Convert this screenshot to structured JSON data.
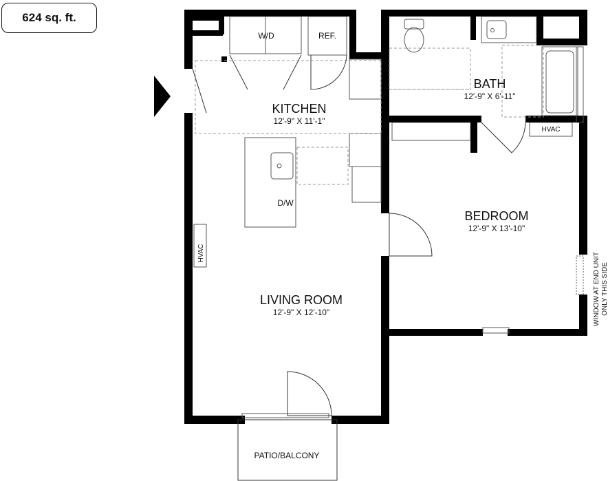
{
  "area_badge": "624 sq. ft.",
  "rooms": {
    "kitchen": {
      "name": "KITCHEN",
      "dims": "12'-9\" X 11'-1\""
    },
    "bath": {
      "name": "BATH",
      "dims": "12'-9\" X 6'-11\""
    },
    "bedroom": {
      "name": "BEDROOM",
      "dims": "12'-9\" X 13'-10\""
    },
    "living": {
      "name": "LIVING ROOM",
      "dims": "12'-9\" X 12'-10\""
    },
    "patio": {
      "name": "PATIO/BALCONY"
    }
  },
  "fixtures": {
    "washer_dryer": "W/D",
    "refrigerator": "REF.",
    "dishwasher": "D/W",
    "hvac_living": "HVAC",
    "hvac_bedroom": "HVAC"
  },
  "notes": {
    "window_line1": "WINDOW AT END UNIT",
    "window_line2": "ONLY THIS SIDE"
  },
  "colors": {
    "wall": "#000000",
    "fixture_line": "#555555",
    "dashed": "#9a9a9a"
  },
  "icons": [
    "entry-arrow-icon"
  ]
}
